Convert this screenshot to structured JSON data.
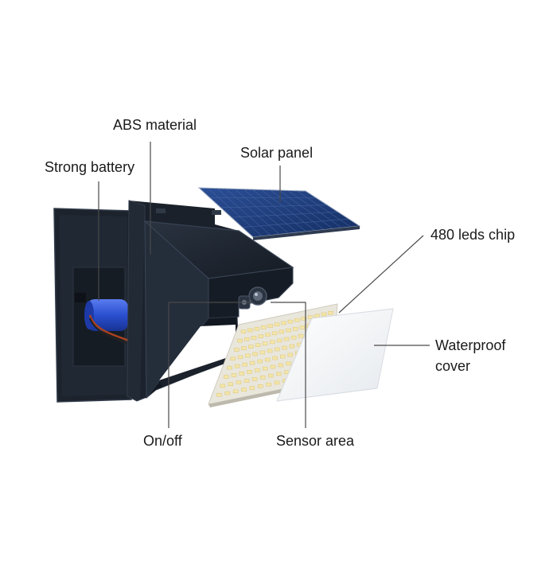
{
  "diagram": {
    "labels": {
      "abs_material": "ABS material",
      "strong_battery": "Strong battery",
      "solar_panel": "Solar panel",
      "leds_chip": "480 leds chip",
      "waterproof_cover_line1": "Waterproof",
      "waterproof_cover_line2": "cover",
      "on_off": "On/off",
      "sensor_area": "Sensor area"
    },
    "icons": [
      "back-plate",
      "battery",
      "lamp-housing",
      "solar-panel",
      "led-board",
      "diffuser-cover",
      "sensor-lens",
      "switch"
    ],
    "colors": {
      "housing": "#1e2530",
      "housing_edge": "#2e3746",
      "solar_cell": "#1e3d7a",
      "battery": "#2a4fd0",
      "leader_line": "#4a4a4a",
      "led_board": "#e9e6dc",
      "led": "#f4e5a8",
      "cover": "#f3f5f7"
    }
  }
}
